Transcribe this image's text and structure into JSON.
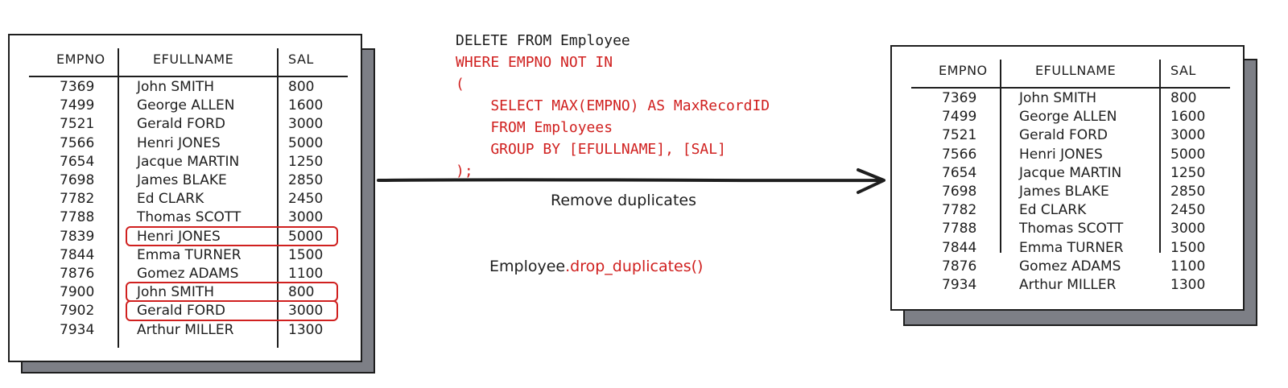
{
  "columns": [
    "EMPNO",
    "EFULLNAME",
    "SAL"
  ],
  "left_table": {
    "rows": [
      [
        "7369",
        "John SMITH",
        "800"
      ],
      [
        "7499",
        "George ALLEN",
        "1600"
      ],
      [
        "7521",
        "Gerald FORD",
        "3000"
      ],
      [
        "7566",
        "Henri JONES",
        "5000"
      ],
      [
        "7654",
        "Jacque MARTIN",
        "1250"
      ],
      [
        "7698",
        "James BLAKE",
        "2850"
      ],
      [
        "7782",
        "Ed CLARK",
        "2450"
      ],
      [
        "7788",
        "Thomas SCOTT",
        "3000"
      ],
      [
        "7839",
        "Henri JONES",
        "5000"
      ],
      [
        "7844",
        "Emma TURNER",
        "1500"
      ],
      [
        "7876",
        "Gomez ADAMS",
        "1100"
      ],
      [
        "7900",
        "John SMITH",
        "800"
      ],
      [
        "7902",
        "Gerald FORD",
        "3000"
      ],
      [
        "7934",
        "Arthur MILLER",
        "1300"
      ]
    ],
    "duplicate_row_indices": [
      8,
      11,
      12
    ],
    "duplicate_color": "#d0201f"
  },
  "right_table": {
    "rows": [
      [
        "7369",
        "John SMITH",
        "800"
      ],
      [
        "7499",
        "George ALLEN",
        "1600"
      ],
      [
        "7521",
        "Gerald FORD",
        "3000"
      ],
      [
        "7566",
        "Henri JONES",
        "5000"
      ],
      [
        "7654",
        "Jacque MARTIN",
        "1250"
      ],
      [
        "7698",
        "James BLAKE",
        "2850"
      ],
      [
        "7782",
        "Ed CLARK",
        "2450"
      ],
      [
        "7788",
        "Thomas SCOTT",
        "3000"
      ],
      [
        "7844",
        "Emma TURNER",
        "1500"
      ],
      [
        "7876",
        "Gomez ADAMS",
        "1100"
      ],
      [
        "7934",
        "Arthur MILLER",
        "1300"
      ]
    ]
  },
  "sql": {
    "line1": "DELETE FROM Employee",
    "line2": "WHERE EMPNO NOT IN",
    "line3": "(",
    "line4": "    SELECT MAX(EMPNO) AS MaxRecordID",
    "line5": "    FROM Employees",
    "line6": "    GROUP BY [EFULLNAME], [SAL]",
    "line7": ");"
  },
  "arrow_label": "Remove duplicates",
  "pandas": {
    "object": "Employee",
    "method": ".drop_duplicates()"
  },
  "colors": {
    "accent_red": "#d0201f",
    "shadow_gray": "#7d7f86",
    "ink": "#1e1e1e"
  }
}
